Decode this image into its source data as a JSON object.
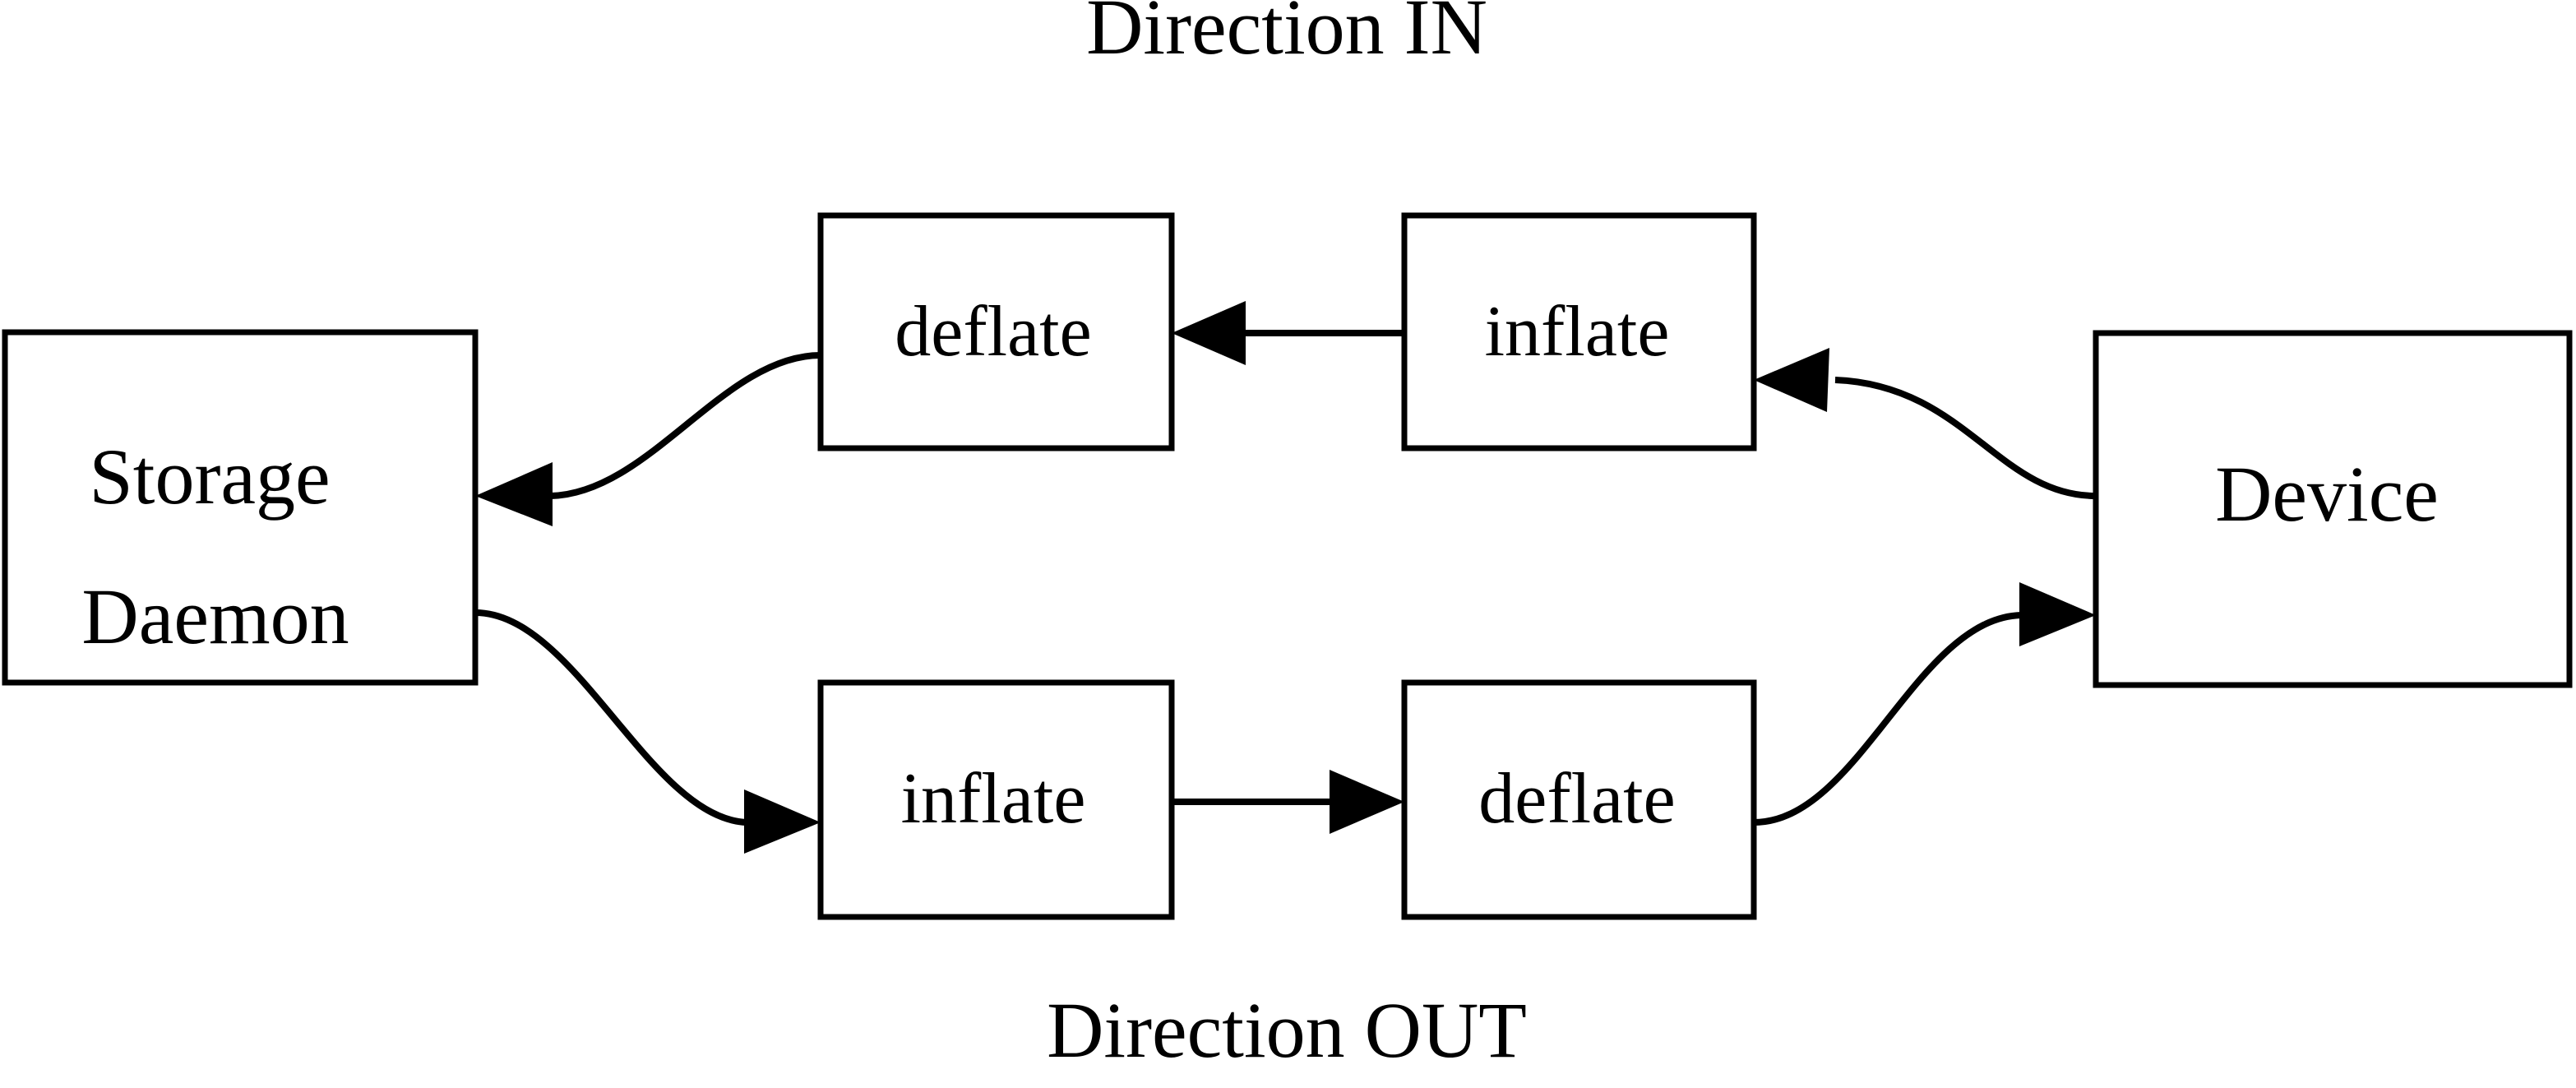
{
  "diagram": {
    "title_top": "Direction IN",
    "title_bottom": "Direction OUT",
    "background_color": "#ffffff",
    "stroke_color": "#000000",
    "nodes": {
      "storage_daemon": {
        "label_line1": "Storage",
        "label_line2": "Daemon"
      },
      "deflate_in": {
        "label": "deflate"
      },
      "inflate_in": {
        "label": "inflate"
      },
      "inflate_out": {
        "label": "inflate"
      },
      "deflate_out": {
        "label": "deflate"
      },
      "device": {
        "label": "Device"
      }
    },
    "edges": [
      {
        "name": "device-to-inflate-in",
        "from": "Device",
        "to": "inflate",
        "direction": "left",
        "style": "curved"
      },
      {
        "name": "inflate-in-to-deflate-in",
        "from": "inflate",
        "to": "deflate",
        "direction": "left",
        "style": "straight"
      },
      {
        "name": "deflate-in-to-storage-daemon",
        "from": "deflate",
        "to": "Storage Daemon",
        "direction": "left",
        "style": "curved"
      },
      {
        "name": "storage-daemon-to-inflate-out",
        "from": "Storage Daemon",
        "to": "inflate",
        "direction": "right",
        "style": "curved"
      },
      {
        "name": "inflate-out-to-deflate-out",
        "from": "inflate",
        "to": "deflate",
        "direction": "right",
        "style": "straight"
      },
      {
        "name": "deflate-out-to-device",
        "from": "deflate",
        "to": "Device",
        "direction": "right",
        "style": "curved"
      }
    ]
  }
}
